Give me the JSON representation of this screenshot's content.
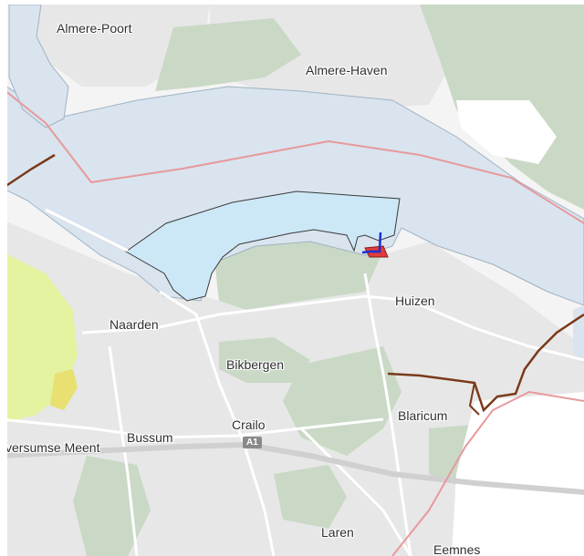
{
  "map": {
    "places": {
      "almere_poort": "Almere-Poort",
      "almere_haven": "Almere-Haven",
      "huizen": "Huizen",
      "naarden": "Naarden",
      "bikbergen": "Bikbergen",
      "crailo": "Crailo",
      "blaricum": "Blaricum",
      "bussum": "Bussum",
      "hilversumse_meent": "versumse Meent",
      "laren": "Laren",
      "eemnes": "Eemnes"
    },
    "road_shields": {
      "a1": "A1"
    },
    "colors": {
      "water": "#d9e4ee",
      "highlight_water": "#cce8f7",
      "forest": "#c9d9c5",
      "urban": "#e7e7e7",
      "land": "#f4f4f4",
      "protected_area": "#e3f3a0",
      "border_line": "#e8999b",
      "boundary": "#7a3a1a",
      "road": "#ffffff"
    }
  }
}
